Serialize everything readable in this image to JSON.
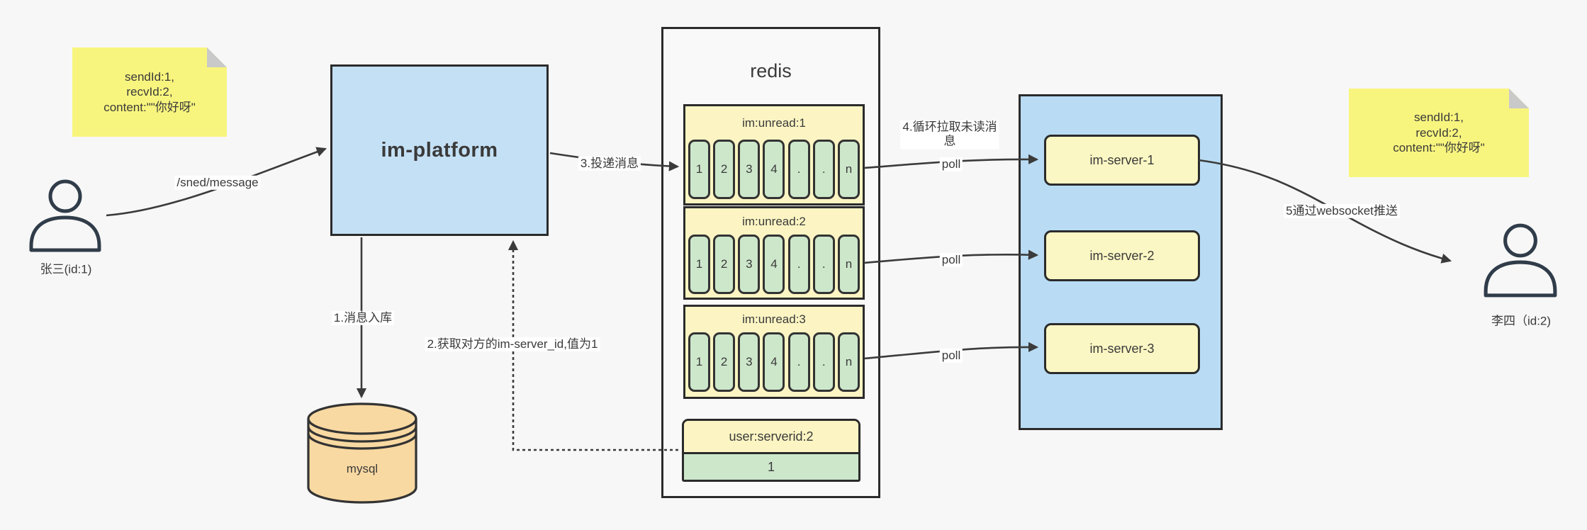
{
  "colors": {
    "canvas_bg": "#f7f7f7",
    "note_yellow": "#f8f57e",
    "node_blue": "#c4e0f5",
    "group_blue": "#b9dcf4",
    "header_yellow": "#fcf5c3",
    "server_yellow": "#fbf7c4",
    "cell_green": "#cde7cb",
    "db_orange": "#f9d9a2",
    "edge_dark": "#3b3b3b"
  },
  "notes": {
    "left": {
      "lines": [
        "sendId:1,",
        "recvId:2,",
        "content:\"\"你好呀\""
      ]
    },
    "right": {
      "lines": [
        "sendId:1,",
        "recvId:2,",
        "content:\"\"你好呀\""
      ]
    }
  },
  "actors": {
    "sender": {
      "label": "张三(id:1)"
    },
    "receiver": {
      "label": "李四（id:2)"
    }
  },
  "platform": {
    "label": "im-platform"
  },
  "database": {
    "label": "mysql"
  },
  "redis": {
    "title": "redis",
    "queues": [
      {
        "header": "im:unread:1",
        "cells": [
          "1",
          "2",
          "3",
          "4",
          ".",
          ".",
          "n"
        ]
      },
      {
        "header": "im:unread:2",
        "cells": [
          "1",
          "2",
          "3",
          "4",
          ".",
          ".",
          "n"
        ]
      },
      {
        "header": "im:unread:3",
        "cells": [
          "1",
          "2",
          "3",
          "4",
          ".",
          ".",
          "n"
        ]
      }
    ],
    "mapping": {
      "header": "user:serverid:2",
      "value": "1"
    }
  },
  "server_group": {
    "servers": [
      {
        "label": "im-server-1"
      },
      {
        "label": "im-server-2"
      },
      {
        "label": "im-server-3"
      }
    ]
  },
  "edge_labels": {
    "send": "/sned/message",
    "step1": "1.消息入库",
    "step2": "2.获取对方的im-server_id,值为1",
    "step3": "3.投递消息",
    "step4_line1": "4.循环拉取未读消",
    "step4_line2": "息",
    "poll_1": "poll",
    "poll_2": "poll",
    "poll_3": "poll",
    "step5": "5通过websocket推送"
  }
}
